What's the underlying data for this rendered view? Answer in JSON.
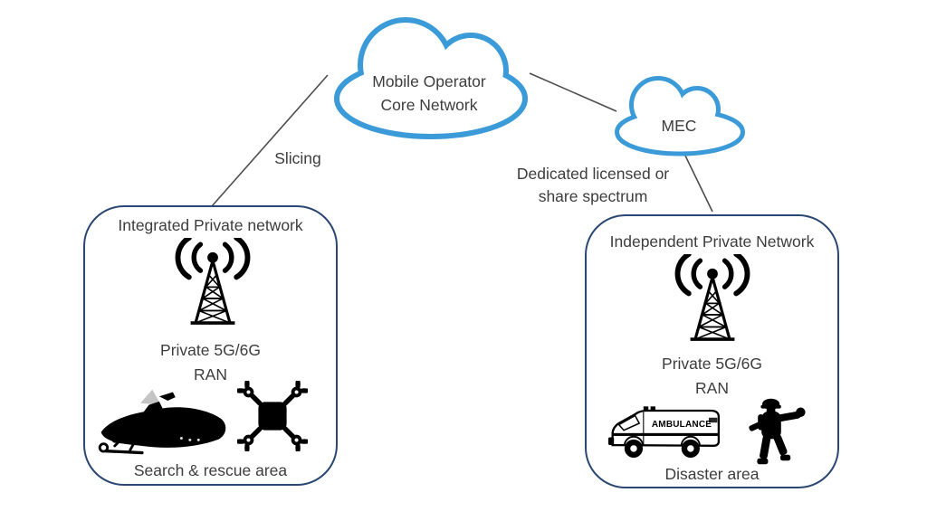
{
  "clouds": {
    "core": {
      "line1": "Mobile Operator",
      "line2": "Core Network"
    },
    "mec": {
      "label": "MEC"
    }
  },
  "links": {
    "slicing_label": "Slicing",
    "spectrum_line1": "Dedicated licensed or",
    "spectrum_line2": "share spectrum"
  },
  "left_box": {
    "title": "Integrated Private network",
    "ran_line1": "Private 5G/6G",
    "ran_line2": "RAN",
    "area_label": "Search & rescue area"
  },
  "right_box": {
    "title": "Independent Private Network",
    "ran_line1": "Private 5G/6G",
    "ran_line2": "RAN",
    "ambulance_text": "AMBULANCE",
    "area_label": "Disaster area"
  },
  "icons": {
    "core_cloud": "cloud-icon",
    "mec_cloud": "cloud-icon",
    "left_ran": "antenna-tower-icon",
    "right_ran": "antenna-tower-icon",
    "snowmobile": "snowmobile-icon",
    "drone": "drone-icon",
    "ambulance": "ambulance-icon",
    "firefighter": "firefighter-icon"
  },
  "colors": {
    "cloud_stroke": "#3b9ad8",
    "box_border": "#2a4773",
    "connector_line": "#4d4d4d",
    "text": "#3d3d3d",
    "icon": "#000000",
    "windshield_gray": "#c4c4c4"
  }
}
